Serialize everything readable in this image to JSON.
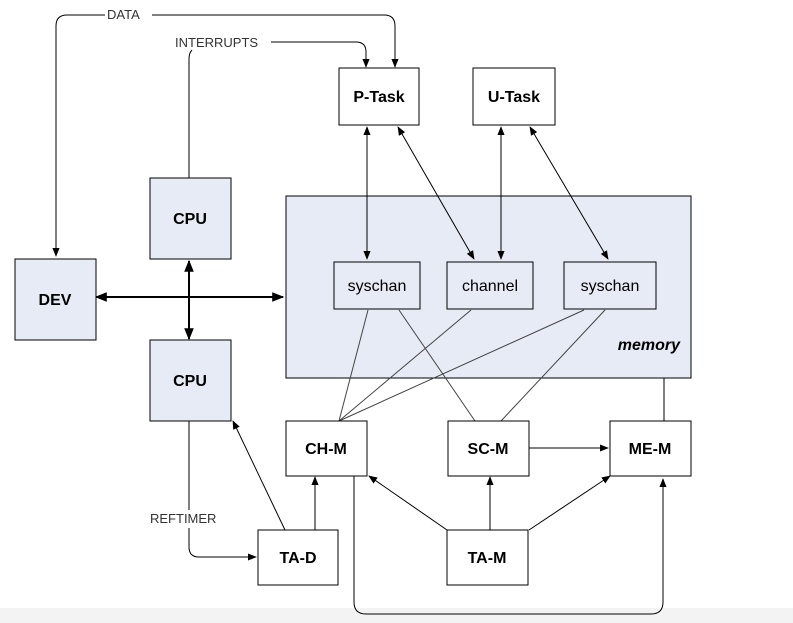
{
  "nodes": {
    "p_task": "P-Task",
    "u_task": "U-Task",
    "cpu_top": "CPU",
    "cpu_bottom": "CPU",
    "dev": "DEV",
    "syschan_left": "syschan",
    "channel": "channel",
    "syschan_right": "syschan",
    "memory": "memory",
    "ch_m": "CH-M",
    "sc_m": "SC-M",
    "me_m": "ME-M",
    "ta_d": "TA-D",
    "ta_m": "TA-M"
  },
  "edge_labels": {
    "data": "DATA",
    "interrupts": "INTERRUPTS",
    "reftimer": "REFTIMER"
  },
  "colors": {
    "node_fill_blue": "#e6ebf6",
    "node_fill_white": "#ffffff",
    "stroke": "#000000"
  }
}
